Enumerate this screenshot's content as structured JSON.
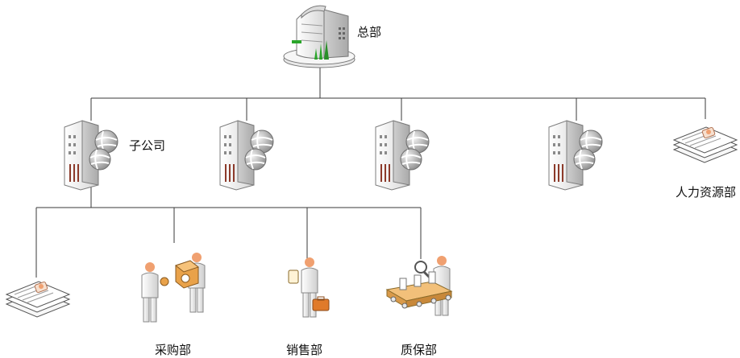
{
  "diagram": {
    "nodes": {
      "hq": {
        "label": "总部",
        "icon": "headquarters-building-icon"
      },
      "subsidiary": {
        "label": "子公司",
        "icon": "office-building-globe-icon"
      },
      "branch_2": {
        "icon": "office-building-globe-icon"
      },
      "branch_3": {
        "icon": "office-building-globe-icon"
      },
      "branch_4": {
        "icon": "office-building-globe-icon"
      },
      "hr": {
        "label": "人力资源部",
        "icon": "documents-stack-icon"
      },
      "sub_documents": {
        "icon": "documents-stack-icon"
      },
      "purchasing": {
        "label": "采购部",
        "icon": "people-exchanging-package-icon"
      },
      "sales": {
        "label": "销售部",
        "icon": "person-with-briefcase-icon"
      },
      "quality": {
        "label": "质保部",
        "icon": "person-inspecting-conveyor-icon"
      }
    },
    "colors": {
      "line": "#3a3a3a",
      "building": "#f2f2f2",
      "building_shade": "#c9c9c9",
      "globe": "#b9b9b9",
      "skin": "#f0a070",
      "accent_orange": "#e07a2a",
      "accent_green": "#2aa52a"
    }
  }
}
